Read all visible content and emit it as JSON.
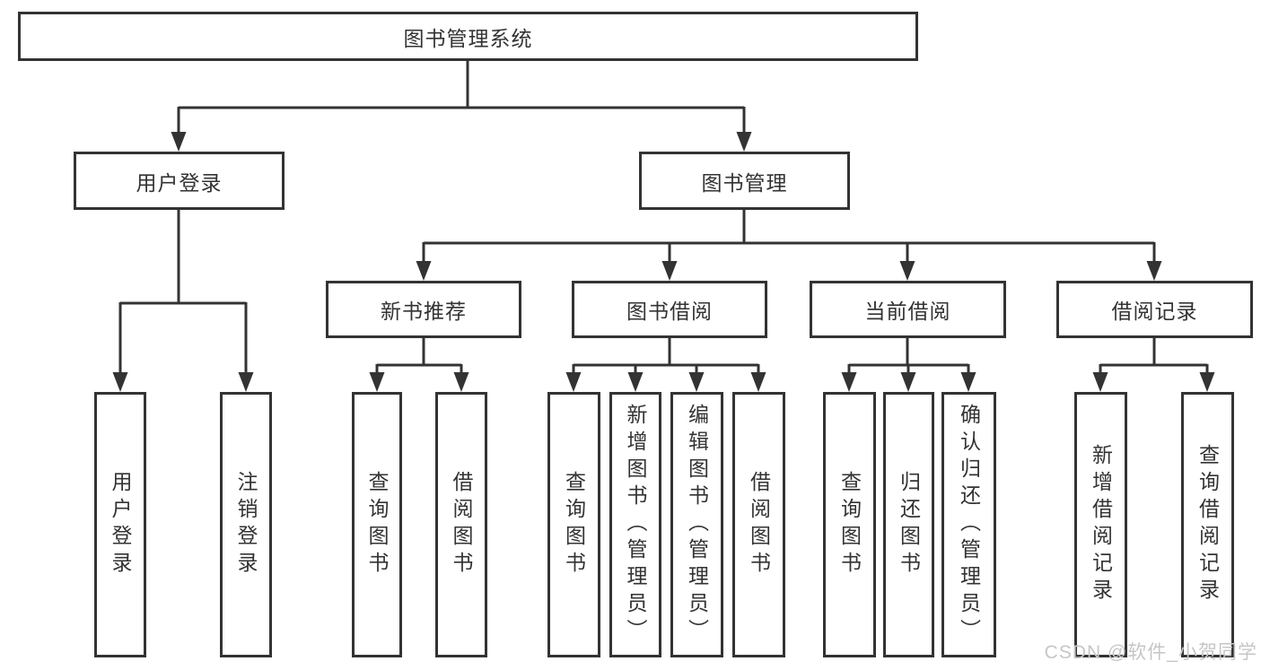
{
  "tree": {
    "root": {
      "label": "图书管理系统"
    },
    "branches": [
      {
        "label": "用户登录",
        "leaves": [
          {
            "label": "用户登录"
          },
          {
            "label": "注销登录"
          }
        ]
      },
      {
        "label": "图书管理",
        "groups": [
          {
            "label": "新书推荐",
            "leaves": [
              {
                "label": "查询图书"
              },
              {
                "label": "借阅图书"
              }
            ]
          },
          {
            "label": "图书借阅",
            "leaves": [
              {
                "label": "查询图书"
              },
              {
                "label": "新增图书（管理员）"
              },
              {
                "label": "编辑图书（管理员）"
              },
              {
                "label": "借阅图书"
              }
            ]
          },
          {
            "label": "当前借阅",
            "leaves": [
              {
                "label": "查询图书"
              },
              {
                "label": "归还图书"
              },
              {
                "label": "确认归还（管理员）"
              }
            ]
          },
          {
            "label": "借阅记录",
            "leaves": [
              {
                "label": "新增借阅记录"
              },
              {
                "label": "查询借阅记录"
              }
            ]
          }
        ]
      }
    ]
  },
  "watermark": "CSDN @软件_小贺同学",
  "colors": {
    "line": "#333333",
    "box_border": "#333333",
    "text": "#333333",
    "watermark": "#c6c6c6",
    "background": "#ffffff"
  }
}
